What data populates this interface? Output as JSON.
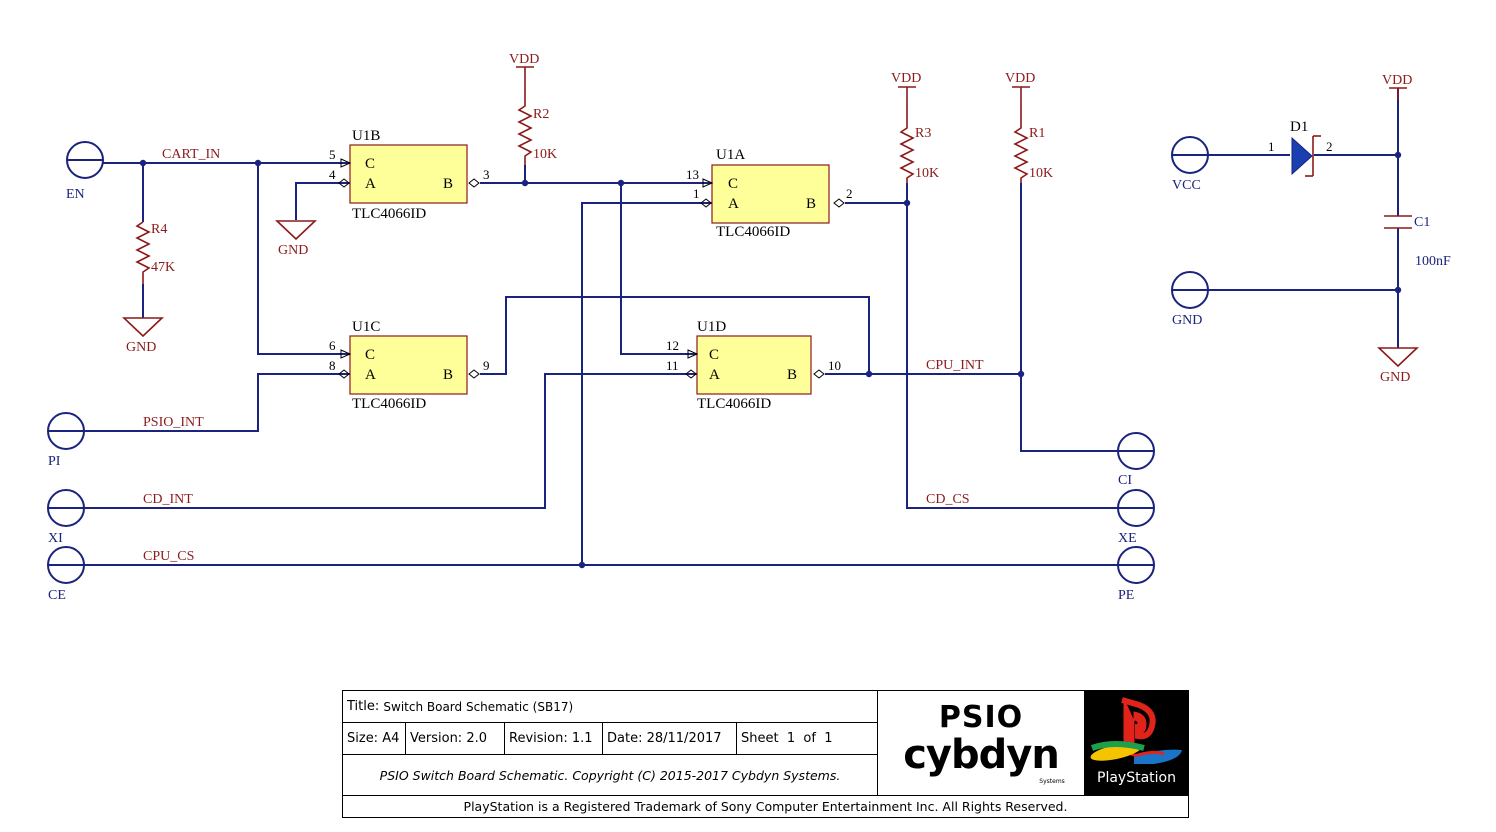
{
  "components": {
    "u1b": {
      "ref": "U1B",
      "part": "TLC4066ID"
    },
    "u1a": {
      "ref": "U1A",
      "part": "TLC4066ID"
    },
    "u1c": {
      "ref": "U1C",
      "part": "TLC4066ID"
    },
    "u1d": {
      "ref": "U1D",
      "part": "TLC4066ID"
    },
    "r1": {
      "ref": "R1",
      "value": "10K"
    },
    "r2": {
      "ref": "R2",
      "value": "10K"
    },
    "r3": {
      "ref": "R3",
      "value": "10K"
    },
    "r4": {
      "ref": "R4",
      "value": "47K"
    },
    "d1": {
      "ref": "D1"
    },
    "c1": {
      "ref": "C1",
      "value": "100nF"
    }
  },
  "pin_names": {
    "c": "C",
    "a": "A",
    "b": "B"
  },
  "pins": {
    "u1b": {
      "c": "5",
      "a": "4",
      "b": "3"
    },
    "u1a": {
      "c": "13",
      "a": "1",
      "b": "2"
    },
    "u1c": {
      "c": "6",
      "a": "8",
      "b": "9"
    },
    "u1d": {
      "c": "12",
      "a": "11",
      "b": "10"
    },
    "d1": {
      "anode": "1",
      "cathode": "2"
    }
  },
  "power": {
    "vdd": "VDD",
    "gnd": "GND"
  },
  "nets": {
    "cart_in": "CART_IN",
    "psio_int": "PSIO_INT",
    "cd_int": "CD_INT",
    "cpu_cs": "CPU_CS",
    "cpu_int": "CPU_INT",
    "cd_cs": "CD_CS"
  },
  "ports": {
    "en": "EN",
    "pi": "PI",
    "xi": "XI",
    "ce": "CE",
    "ci": "CI",
    "xe": "XE",
    "pe": "PE",
    "vcc": "VCC",
    "gnd": "GND"
  },
  "title_block": {
    "title_label": "Title:",
    "title": "Switch Board Schematic (SB17)",
    "size_label": "Size:",
    "size": "A4",
    "version_label": "Version:",
    "version": "2.0",
    "revision_label": "Revision:",
    "revision": "1.1",
    "date_label": "Date:",
    "date": "28/11/2017",
    "sheet_label": "Sheet",
    "sheet": "1",
    "of_label": "of",
    "sheet_total": "1",
    "copyright": "PSIO Switch Board Schematic. Copyright (C) 2015-2017 Cybdyn Systems.",
    "trademark": "PlayStation is a Registered Trademark of Sony Computer Entertainment Inc. All Rights Reserved.",
    "logo_psio": "PSIO",
    "logo_cybdyn": "cybdyn",
    "logo_systems": "Systems",
    "logo_playstation": "PlayStation"
  }
}
